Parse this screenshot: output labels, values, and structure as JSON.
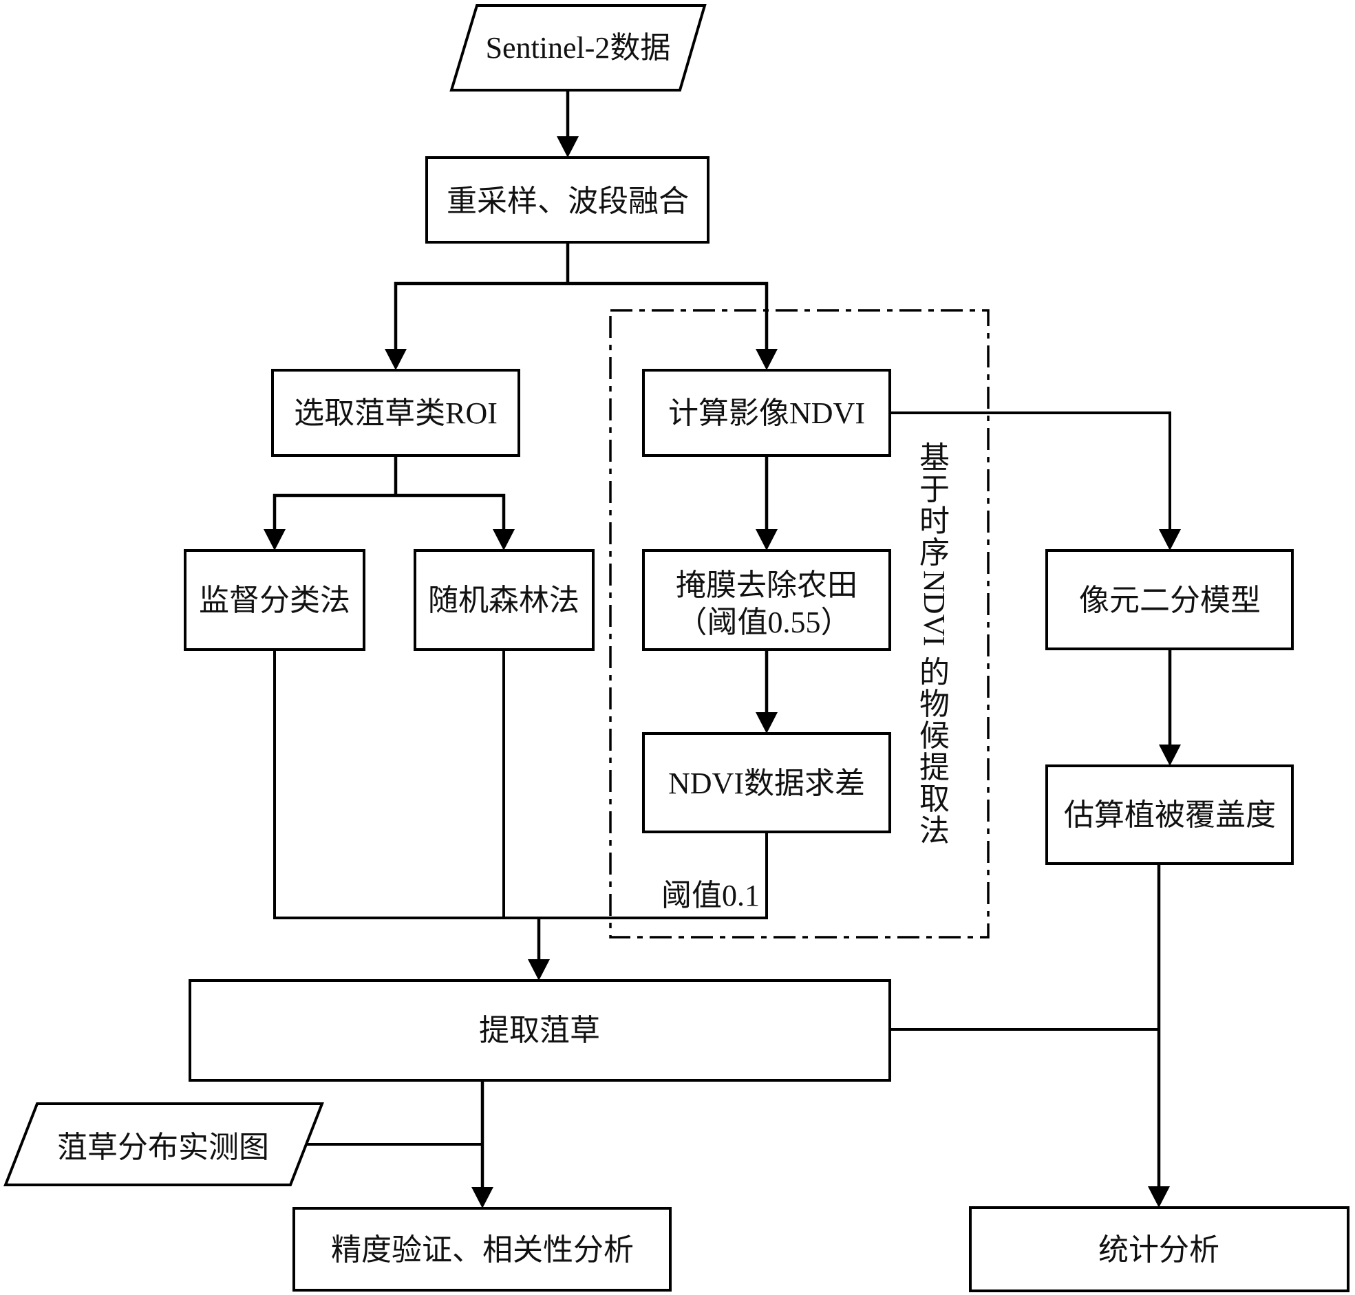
{
  "diagram": {
    "type": "flowchart",
    "colors": {
      "stroke": "#000000",
      "text": "#111111",
      "background": "#ffffff"
    },
    "nodes": {
      "input_sentinel": {
        "shape": "parallelogram",
        "label": "Sentinel-2数据"
      },
      "resample": {
        "shape": "rect",
        "label": "重采样、波段融合"
      },
      "select_roi": {
        "shape": "rect",
        "label": "选取菹草类ROI"
      },
      "supervised": {
        "shape": "rect",
        "label": "监督分类法"
      },
      "random_forest": {
        "shape": "rect",
        "label": "随机森林法"
      },
      "calc_ndvi": {
        "shape": "rect",
        "label": "计算影像NDVI"
      },
      "mask_farmland": {
        "shape": "rect",
        "label_line1": "掩膜去除农田",
        "label_line2": "（阈值0.55）"
      },
      "ndvi_diff": {
        "shape": "rect",
        "label": "NDVI数据求差"
      },
      "pixel_model": {
        "shape": "rect",
        "label": "像元二分模型"
      },
      "estimate_fvc": {
        "shape": "rect",
        "label": "估算植被覆盖度"
      },
      "extract": {
        "shape": "rect",
        "label": "提取菹草"
      },
      "field_map": {
        "shape": "parallelogram",
        "label": "菹草分布实测图"
      },
      "accuracy": {
        "shape": "rect",
        "label": "精度验证、相关性分析"
      },
      "statistics": {
        "shape": "rect",
        "label": "统计分析"
      }
    },
    "group": {
      "style": "dash-dot",
      "label_chars": [
        "基",
        "于",
        "时",
        "序",
        "NDVI",
        "的",
        "物",
        "候",
        "提",
        "取",
        "法"
      ]
    },
    "edge_labels": {
      "threshold": "阈值0.1"
    },
    "edges": [
      [
        "input_sentinel",
        "resample"
      ],
      [
        "resample",
        "select_roi"
      ],
      [
        "resample",
        "calc_ndvi"
      ],
      [
        "select_roi",
        "supervised"
      ],
      [
        "select_roi",
        "random_forest"
      ],
      [
        "calc_ndvi",
        "mask_farmland"
      ],
      [
        "calc_ndvi",
        "pixel_model"
      ],
      [
        "mask_farmland",
        "ndvi_diff"
      ],
      [
        "pixel_model",
        "estimate_fvc"
      ],
      [
        "supervised",
        "extract"
      ],
      [
        "random_forest",
        "extract"
      ],
      [
        "ndvi_diff",
        "extract"
      ],
      [
        "extract",
        "accuracy"
      ],
      [
        "field_map",
        "accuracy"
      ],
      [
        "extract",
        "statistics"
      ],
      [
        "estimate_fvc",
        "statistics"
      ]
    ]
  }
}
